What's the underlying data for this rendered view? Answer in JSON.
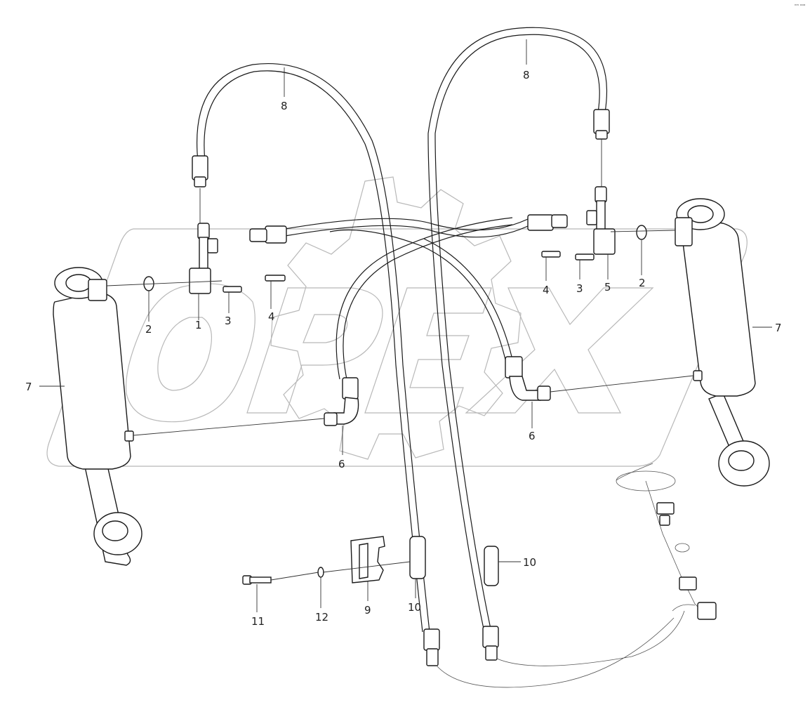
{
  "corner_mark": "ⁿᵐ ᵒᵒᵒ",
  "watermark": {
    "text": "OPEX"
  },
  "callouts": [
    {
      "id": "c1",
      "label": "1"
    },
    {
      "id": "c2-left",
      "label": "2"
    },
    {
      "id": "c3-left",
      "label": "3"
    },
    {
      "id": "c4-left",
      "label": "4"
    },
    {
      "id": "c6-left",
      "label": "6"
    },
    {
      "id": "c7-left",
      "label": "7"
    },
    {
      "id": "c8-left",
      "label": "8"
    },
    {
      "id": "c8-right",
      "label": "8"
    },
    {
      "id": "c4-right",
      "label": "4"
    },
    {
      "id": "c3-right",
      "label": "3"
    },
    {
      "id": "c5",
      "label": "5"
    },
    {
      "id": "c2-right",
      "label": "2"
    },
    {
      "id": "c7-right",
      "label": "7"
    },
    {
      "id": "c6-right",
      "label": "6"
    },
    {
      "id": "c9",
      "label": "9"
    },
    {
      "id": "c10-left",
      "label": "10"
    },
    {
      "id": "c10-right",
      "label": "10"
    },
    {
      "id": "c11",
      "label": "11"
    },
    {
      "id": "c12",
      "label": "12"
    }
  ]
}
